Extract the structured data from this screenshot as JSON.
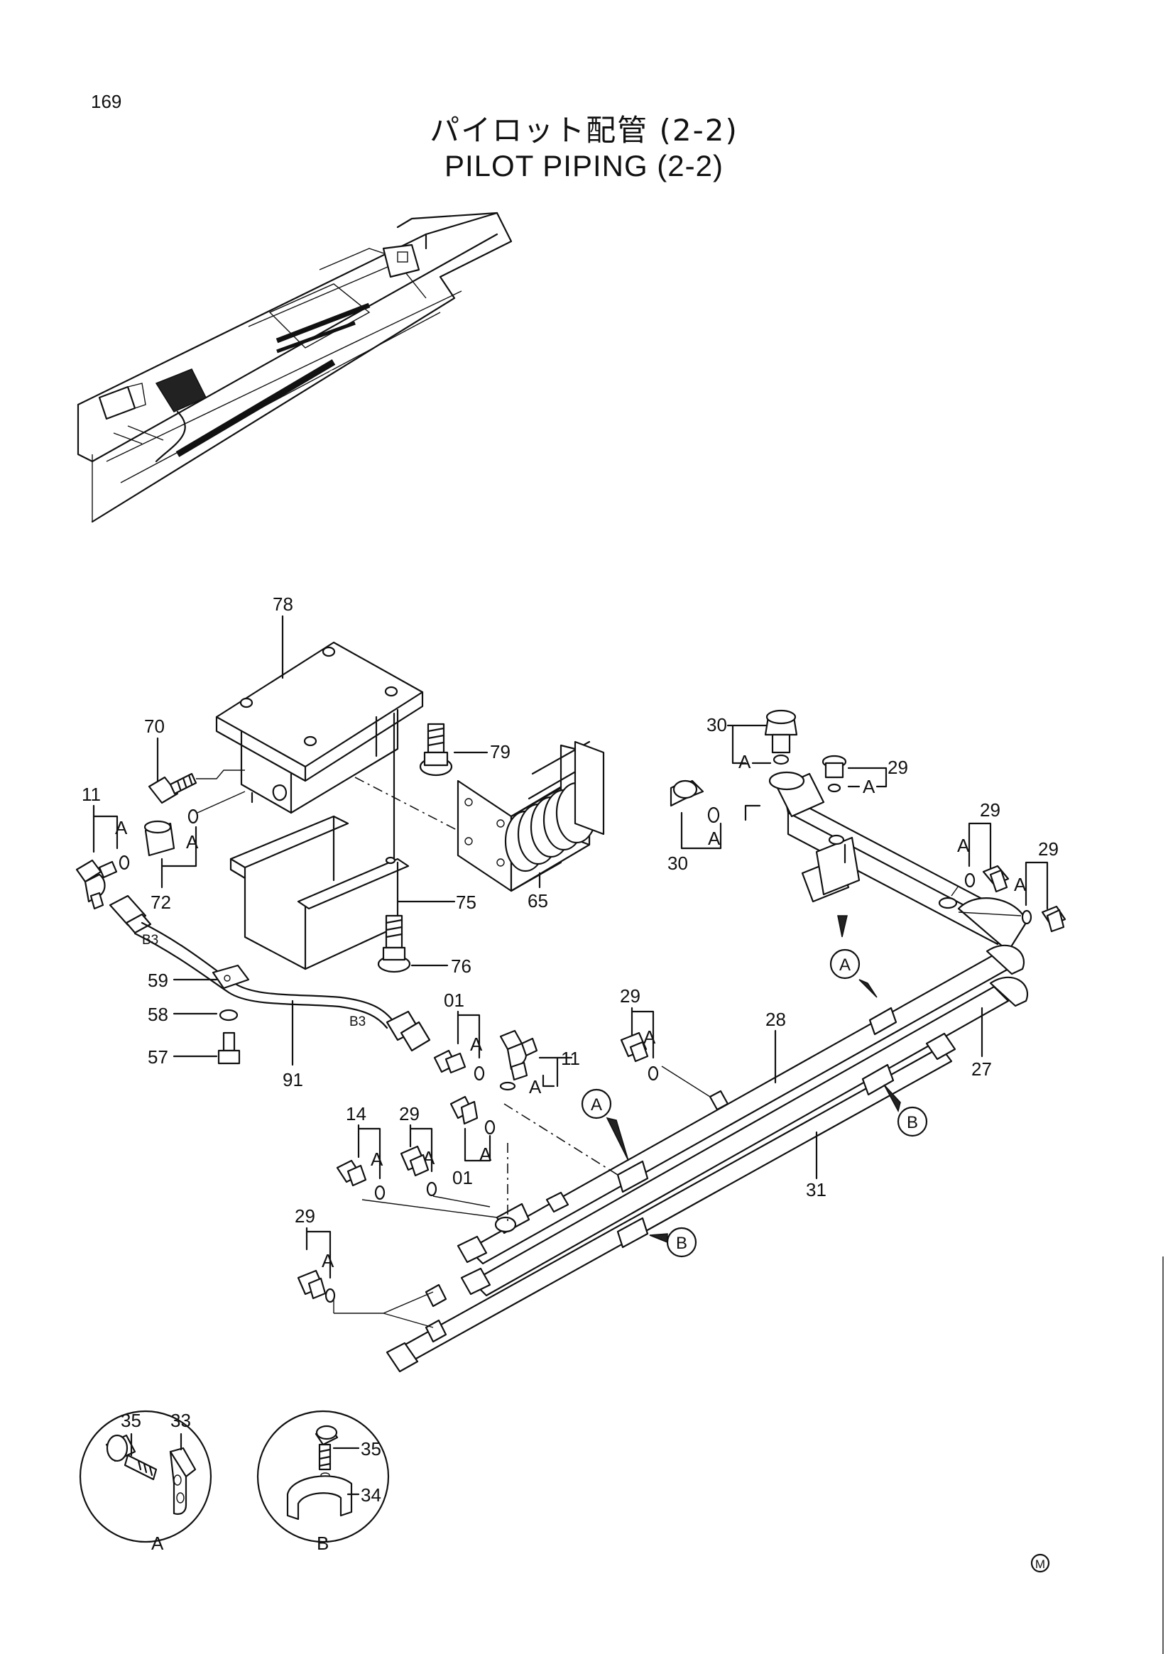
{
  "page": {
    "number": "169",
    "title_jp": "パイロット配管 (2-2)",
    "title_en": "PILOT PIPING (2-2)",
    "mark": "M"
  },
  "callouts": {
    "c78": "78",
    "c70": "70",
    "c79": "79",
    "c11a": "11",
    "c72": "72",
    "c65": "65",
    "c75": "75",
    "c76": "76",
    "c59": "59",
    "c58": "58",
    "c57": "57",
    "c91": "91",
    "c30a": "30",
    "c30b": "30",
    "c29a": "29",
    "c29b": "29",
    "c29c": "29",
    "c29d": "29",
    "c29e": "29",
    "c29f": "29",
    "c01a": "01",
    "c01b": "01",
    "c11b": "11",
    "c14": "14",
    "c28": "28",
    "c27": "27",
    "c31": "31",
    "c35a": "35",
    "c33": "33",
    "c35b": "35",
    "c34": "34"
  },
  "letters": {
    "a": "A",
    "b": "B",
    "b3": "B3"
  },
  "details": {
    "a_label": "A",
    "b_label": "B"
  }
}
